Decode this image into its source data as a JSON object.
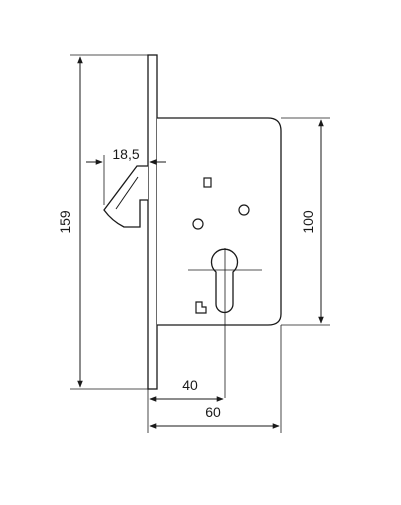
{
  "drawing": {
    "dimensions": {
      "overall_height": "159",
      "body_height": "100",
      "hook_offset": "18,5",
      "cylinder_offset": "40",
      "backset": "60"
    }
  }
}
